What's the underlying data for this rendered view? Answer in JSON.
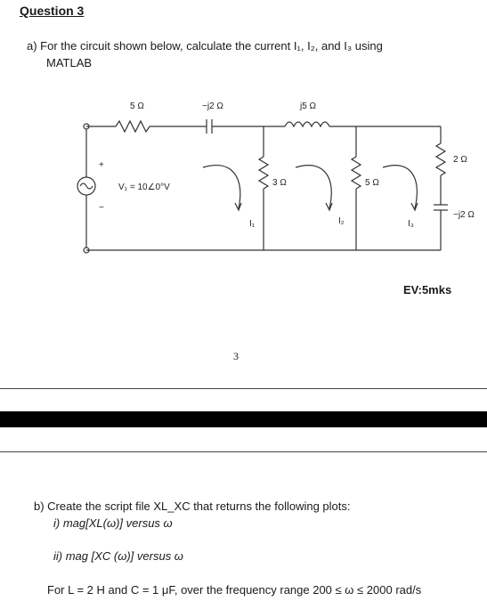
{
  "heading": "Question 3",
  "part_a": {
    "line1": "a)  For the circuit shown below, calculate the current I₁, I₂, and I₃  using",
    "line2": "MATLAB"
  },
  "circuit": {
    "r1": "5 Ω",
    "c1": "−j2 Ω",
    "l1": "j5 Ω",
    "r2": "3 Ω",
    "r3": "5 Ω",
    "r4": "2 Ω",
    "c2": "−j2 Ω",
    "source": "V₁ = 10∠0°V",
    "plus": "+",
    "minus": "−",
    "i1": "I₁",
    "i2": "I₂",
    "i3": "I₃"
  },
  "marks": "EV:5mks",
  "page_number": "3",
  "part_b": {
    "intro": "b)  Create the script file XL_XC that returns the following plots:",
    "item1": "i)  mag[XL(ω)] versus ω",
    "item2": "ii)  mag [XC (ω)] versus ω",
    "conditions": "For L = 2 H and C = 1 μF, over the frequency range 200 ≤ ω ≤ 2000 rad/s"
  }
}
